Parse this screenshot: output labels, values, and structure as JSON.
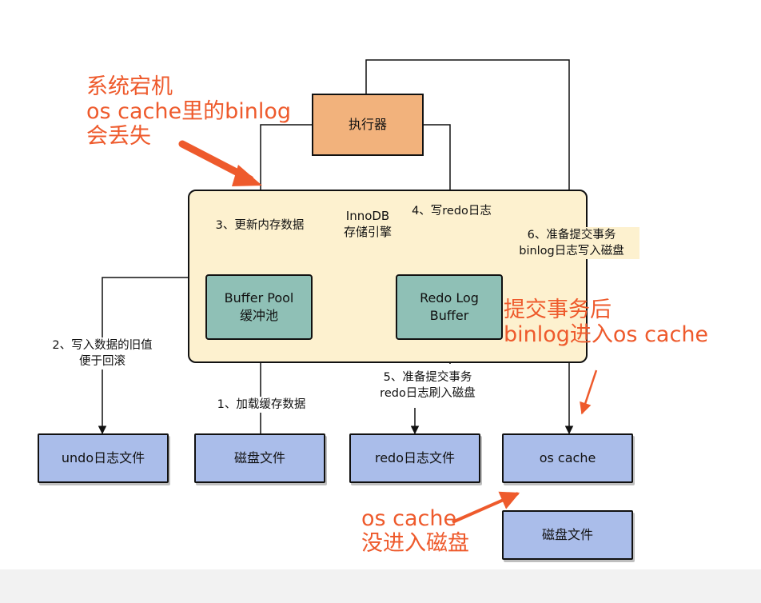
{
  "executor": "执行器",
  "innodb": {
    "line1": "InnoDB",
    "line2": "存储引擎"
  },
  "buffer_pool": {
    "line1": "Buffer Pool",
    "line2": "缓冲池"
  },
  "redo_log_buffer": {
    "line1": "Redo Log",
    "line2": "Buffer"
  },
  "files": {
    "undo": "undo日志文件",
    "disk": "磁盘文件",
    "redo": "redo日志文件",
    "os_cache": "os cache",
    "disk2": "磁盘文件"
  },
  "steps": {
    "s1": "1、加载缓存数据",
    "s2_line1": "2、写入数据的旧值",
    "s2_line2": "便于回滚",
    "s3": "3、更新内存数据",
    "s4": "4、写redo日志",
    "s5_line1": "5、准备提交事务",
    "s5_line2": "redo日志刷入磁盘",
    "s6_line1": "6、准备提交事务",
    "s6_line2": "binlog日志写入磁盘"
  },
  "annotations": {
    "crash": [
      "系统宕机",
      "os cache里的binlog",
      "会丢失"
    ],
    "commit": [
      "提交事务后",
      "binlog进入os cache"
    ],
    "not_disk": [
      "os cache",
      "没进入磁盘"
    ]
  },
  "colors": {
    "executor": "#f2b27c",
    "innodb": "#fdf1cf",
    "buffer": "#8fc0b6",
    "file": "#aabdea",
    "annotation": "#ee5a2c"
  }
}
